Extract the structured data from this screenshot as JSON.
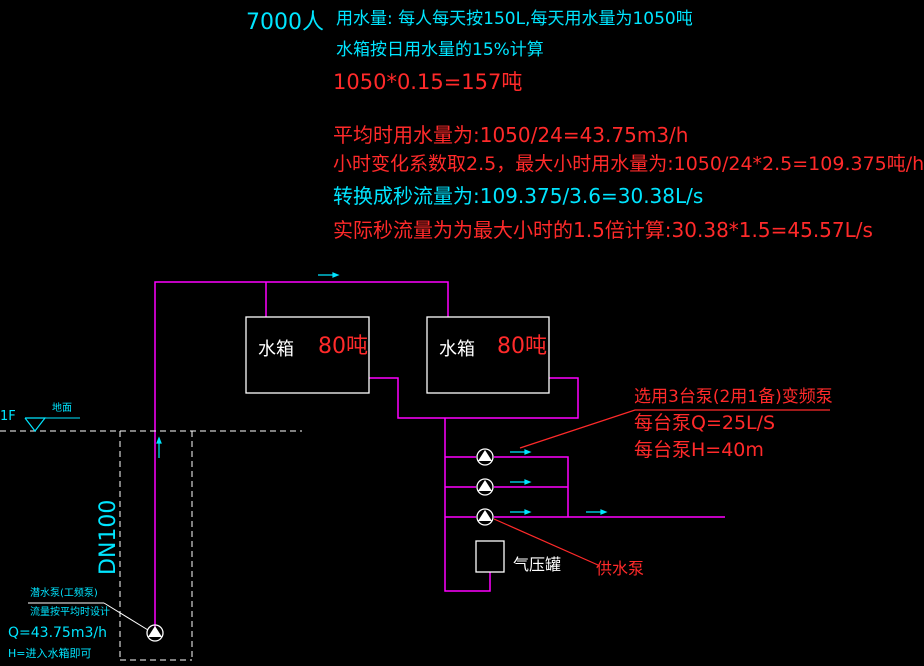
{
  "notes": {
    "population": "7000人",
    "usage_line1": "用水量: 每人每天按150L,每天用水量为1050吨",
    "usage_line2": "水箱按日用水量的15%计算",
    "tank_calc": "1050*0.15=157吨",
    "avg_hour": "平均时用水量为:1050/24=43.75m3/h",
    "max_hour": "小时变化系数取2.5，最大小时用水量为:1050/24*2.5=109.375吨/h",
    "per_second": "转换成秒流量为:109.375/3.6=30.38L/s",
    "actual_second": "实际秒流量为为最大小时的1.5倍计算:30.38*1.5=45.57L/s"
  },
  "tanks": [
    {
      "label": "水箱",
      "capacity": "80吨"
    },
    {
      "label": "水箱",
      "capacity": "80吨"
    }
  ],
  "pump_spec": {
    "line1": "选用3台泵(2用1备)变频泵",
    "line2": "每台泵Q=25L/S",
    "line3": "每台泵H=40m"
  },
  "pressure_tank_label": "气压罐",
  "supply_pump_label": "供水泵",
  "floor_label": "1F",
  "ground_label": "地面",
  "pipe_label": "DN100",
  "well_pump": {
    "line1": "潜水泵(工频泵)",
    "line2": "流量按平均时设计",
    "line3": "Q=43.75m3/h",
    "line4": "H=进入水箱即可"
  },
  "colors": {
    "cyan": "#00e5ff",
    "red": "#ff2a2a",
    "magenta": "#ff00ff",
    "white": "#ffffff",
    "background": "#000000"
  }
}
